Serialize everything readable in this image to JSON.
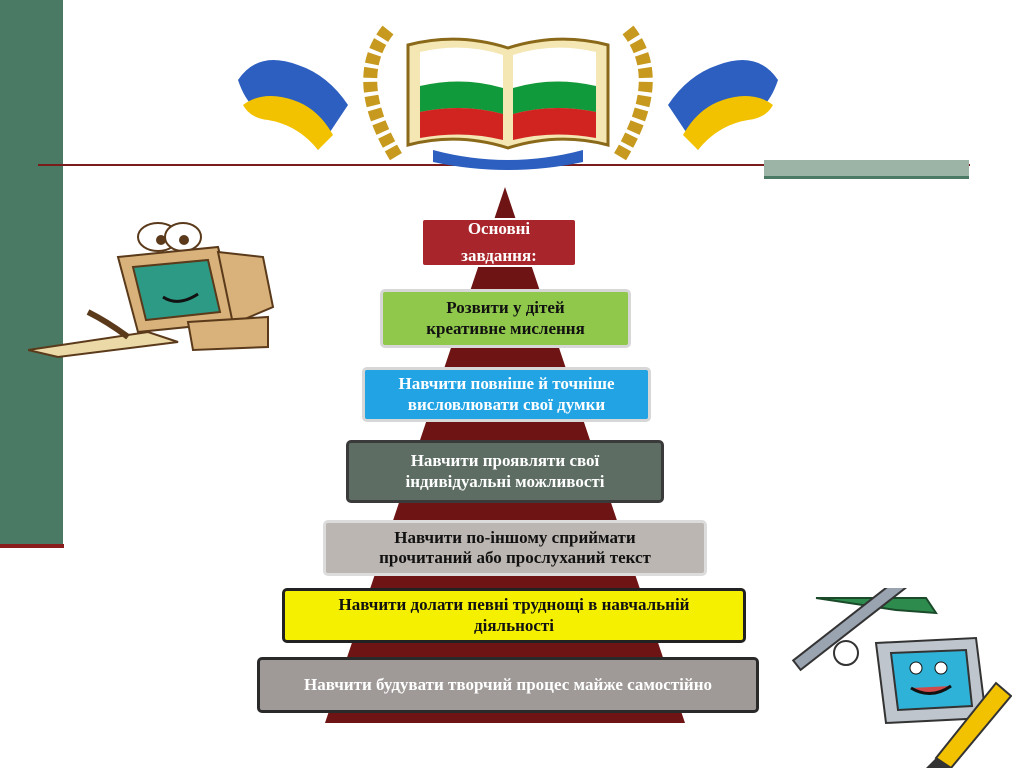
{
  "title_box": {
    "line1": "Основні",
    "line2": "завдання:"
  },
  "tasks": [
    {
      "line1": "Розвити у дітей",
      "line2": "креативне мислення"
    },
    {
      "line1": "Навчити повніше й точніше",
      "line2": "висловлювати свої думки"
    },
    {
      "line1": "Навчити проявляти свої",
      "line2": "індивідуальні можливості"
    },
    {
      "line1": "Навчити по-іншому сприймати",
      "line2": "прочитаний або прослуханий текст"
    },
    {
      "line1": "Навчити долати певні труднощі в навчальній",
      "line2": "діяльності"
    },
    {
      "line1": "Навчити будувати творчий процес майже самостійно",
      "line2": ""
    }
  ],
  "colors": {
    "sidebar": "#4a7a64",
    "pyramid": "#6e1414",
    "title_box": "#a8262b",
    "task_green": "#8fc84a",
    "task_blue": "#22a3e4",
    "task_dark": "#5d6d63",
    "task_grey": "#bcb6b2",
    "task_yellow": "#f5f000",
    "task_base": "#9f9a98"
  },
  "icons": {
    "emblem": "flag-book-wreath-emblem",
    "robot_left": "computer-robot-typing-icon",
    "robot_right": "computer-robot-tools-icon"
  }
}
